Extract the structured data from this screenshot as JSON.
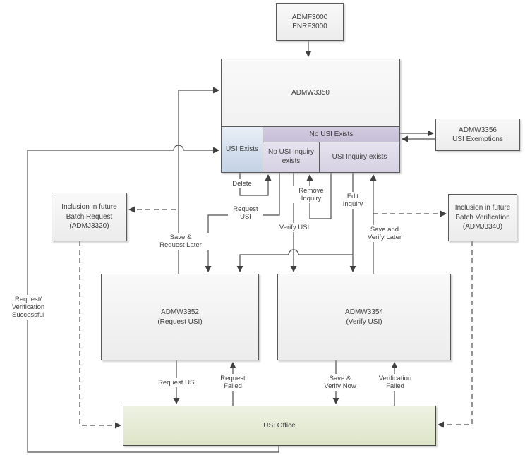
{
  "diagram": {
    "nodes": {
      "admf3000": {
        "lines": [
          "ADMF3000",
          "ENRF3000"
        ]
      },
      "admw3350": {
        "title": "ADMW3350",
        "sections": {
          "usi_exists": "USI Exists",
          "no_usi_exists": "No USI Exists",
          "no_usi_inquiry_exists": "No USI Inquiry exists",
          "usi_inquiry_exists": "USI Inquiry exists"
        }
      },
      "admw3356": {
        "lines": [
          "ADMW3356",
          "USI Exemptions"
        ]
      },
      "admj3320": {
        "lines": [
          "Inclusion in future",
          "Batch Request",
          "(ADMJ3320)"
        ]
      },
      "admj3340": {
        "lines": [
          "Inclusion in future",
          "Batch Verification",
          "(ADMJ3340)"
        ]
      },
      "admw3352": {
        "lines": [
          "ADMW3352",
          "(Request USI)"
        ]
      },
      "admw3354": {
        "lines": [
          "ADMW3354",
          "(Verify USI)"
        ]
      },
      "usi_office": {
        "title": "USI Office"
      }
    },
    "edge_labels": {
      "delete": {
        "lines": [
          "Delete"
        ]
      },
      "request_usi_top": {
        "lines": [
          "Request",
          "USI"
        ]
      },
      "remove_inquiry": {
        "lines": [
          "Remove",
          "Inquiry"
        ]
      },
      "edit_inquiry": {
        "lines": [
          "Edit",
          "Inquiry"
        ]
      },
      "verify_usi": {
        "lines": [
          "Verify USI"
        ]
      },
      "save_request_later": {
        "lines": [
          "Save &",
          "Request Later"
        ]
      },
      "save_verify_later": {
        "lines": [
          "Save and",
          "Verify Later"
        ]
      },
      "request_verification_successful": {
        "lines": [
          "Request/",
          "Verification",
          "Successful"
        ]
      },
      "request_usi_bottom": {
        "lines": [
          "Request USI"
        ]
      },
      "request_failed": {
        "lines": [
          "Request",
          "Failed"
        ]
      },
      "save_verify_now": {
        "lines": [
          "Save &",
          "Verify Now"
        ]
      },
      "verification_failed": {
        "lines": [
          "Verification",
          "Failed"
        ]
      }
    },
    "colors": {
      "line": "#4d4d4d",
      "box_border": "#58595b",
      "box_fill": "#f2f2f2",
      "usi_office_fill": "#e7edd8",
      "usi_exists_fill": "#cfdcea",
      "no_usi_exists_header_fill": "#ccc5da",
      "inquiry_cells_fill": "#ded9e8",
      "text": "#3f3f3f"
    }
  }
}
